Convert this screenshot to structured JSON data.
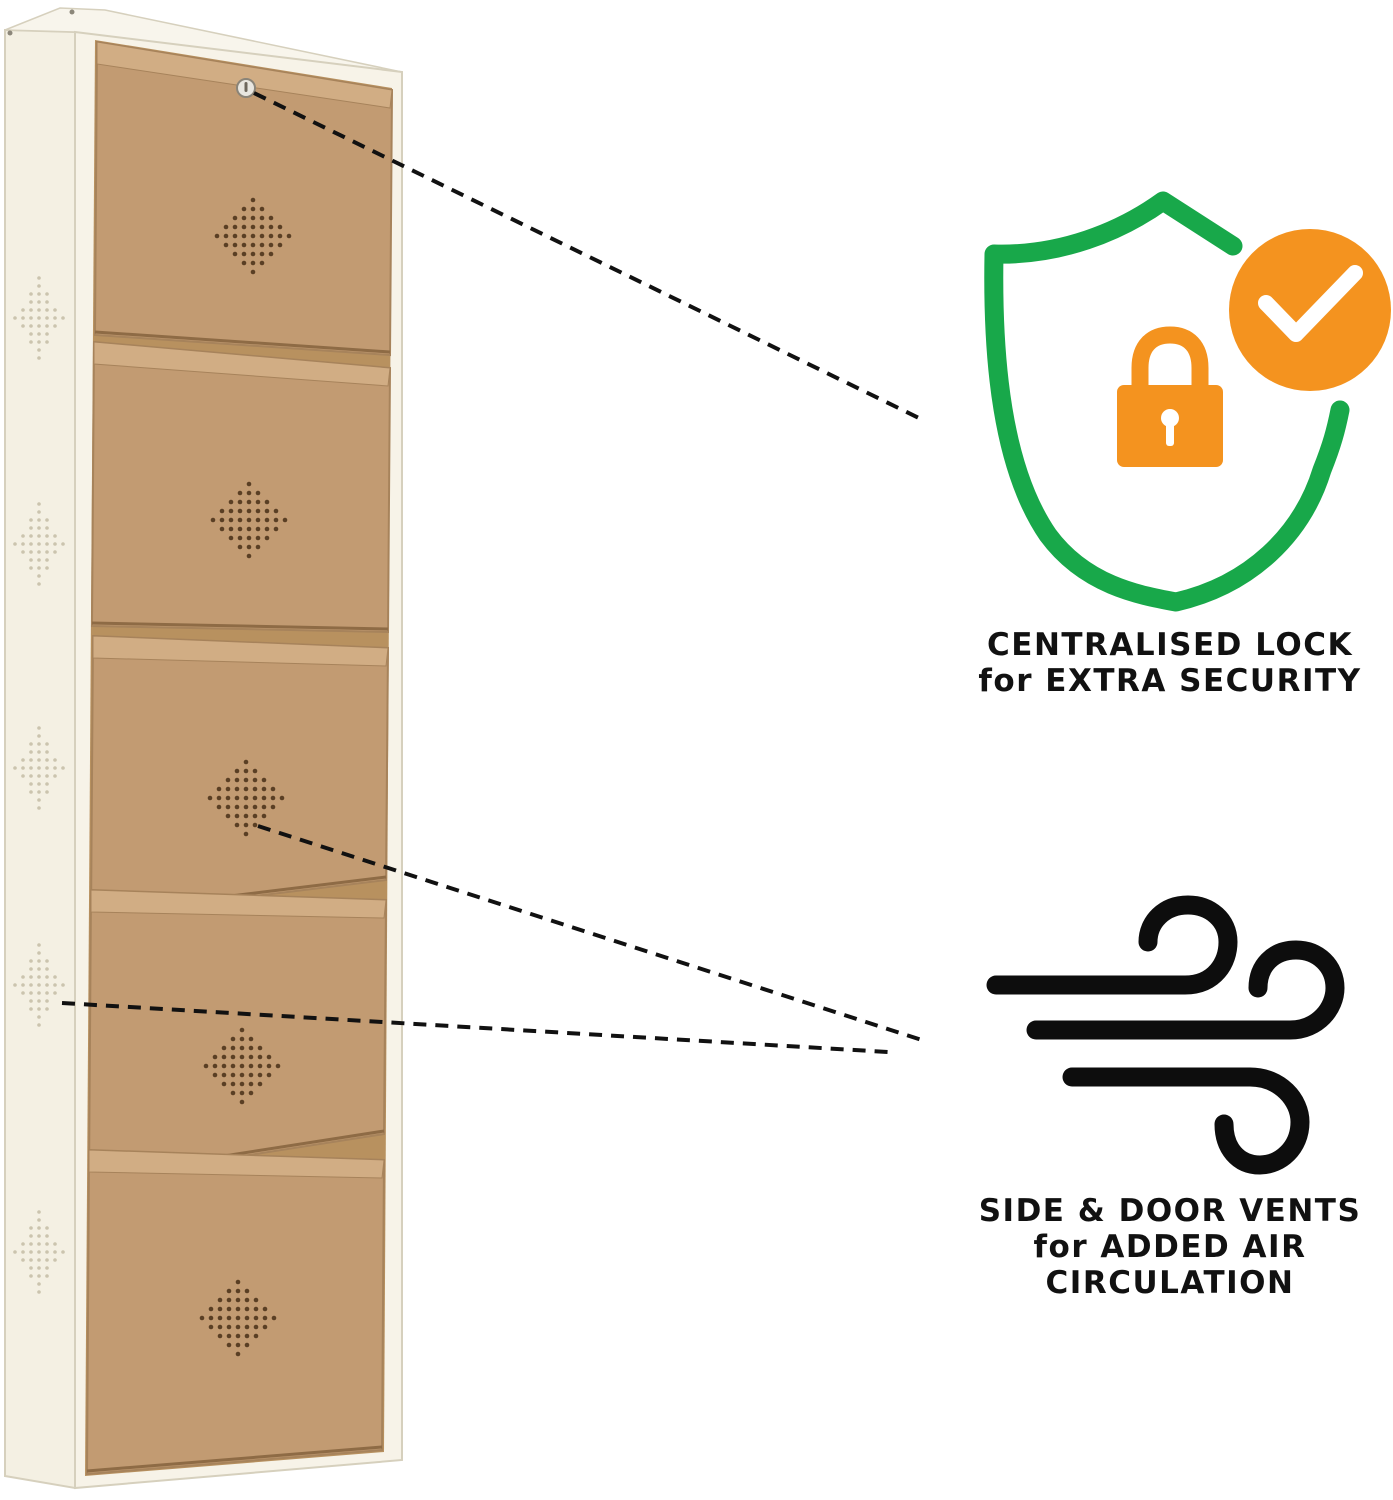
{
  "colors": {
    "cabinet_frame": "#f6f2e6",
    "cabinet_door": "#c29b72",
    "shield_green": "#18a84a",
    "accent_orange": "#f4931f",
    "wind_black": "#0d0d0d",
    "callout_line": "#111111"
  },
  "icons": {
    "security": "shield-check-lock-icon",
    "ventilation": "wind-icon",
    "product": "shoe-cabinet-image"
  },
  "features": {
    "lock": {
      "line1": "CENTRALISED LOCK",
      "line2": "for EXTRA SECURITY"
    },
    "vents": {
      "line1": "SIDE & DOOR VENTS",
      "line2": "for ADDED AIR",
      "line3": "CIRCULATION"
    }
  }
}
